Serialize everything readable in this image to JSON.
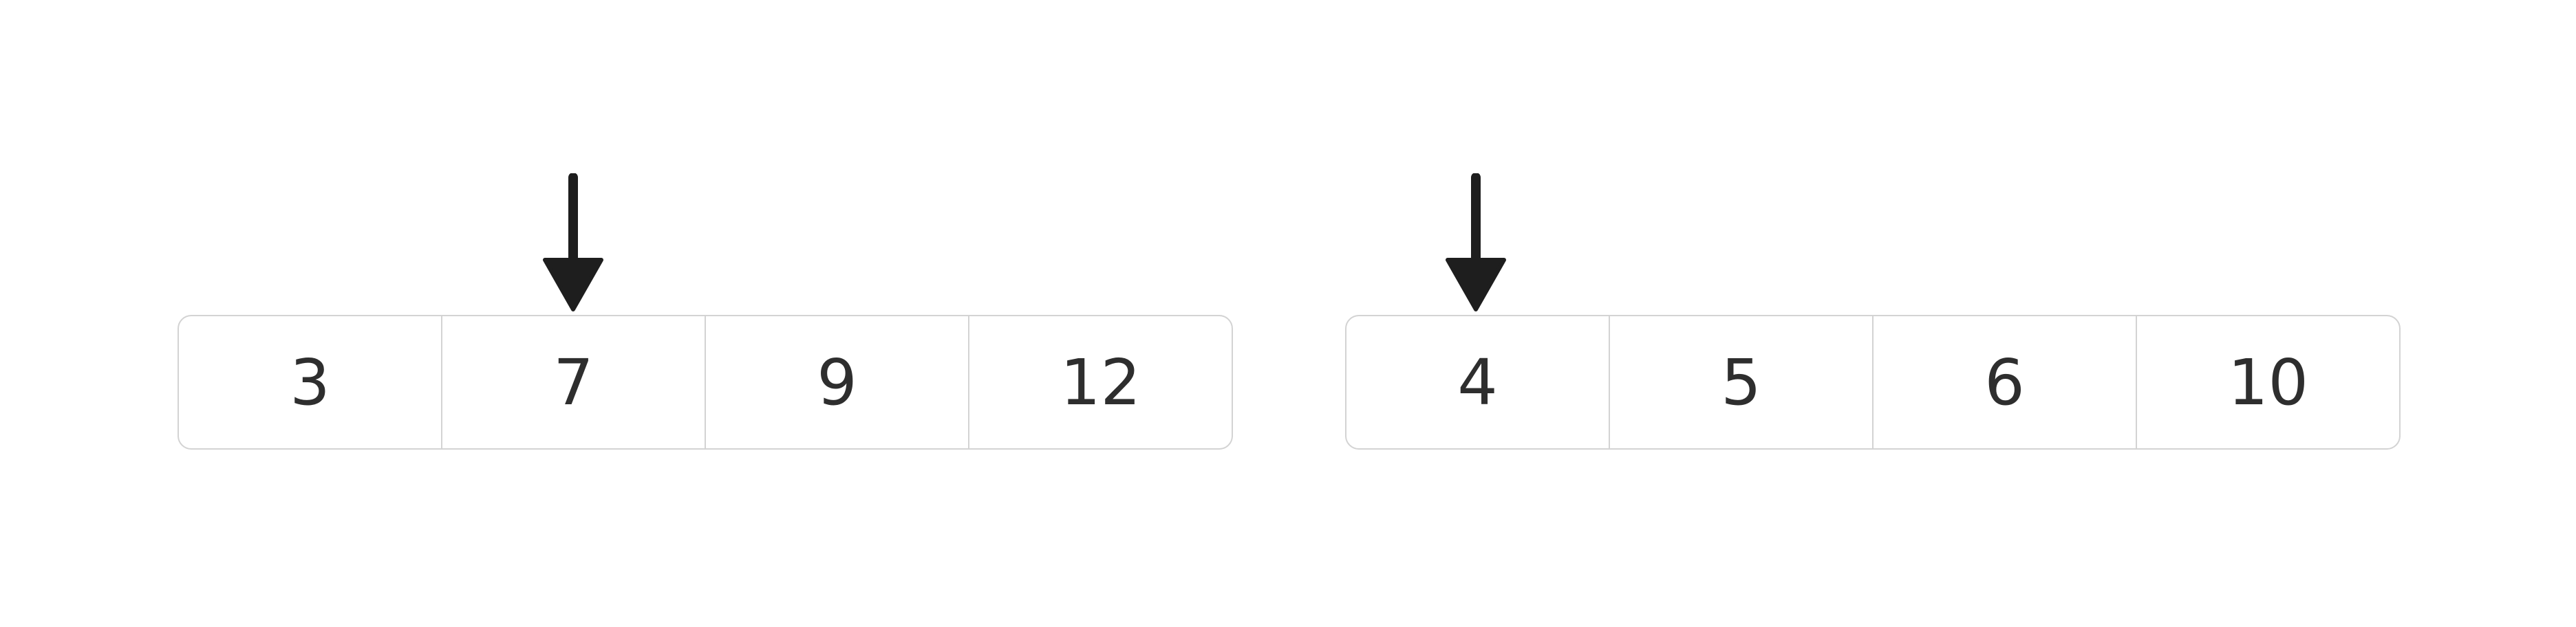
{
  "arrays": [
    {
      "cells": [
        "3",
        "7",
        "9",
        "12"
      ],
      "pointer_index": 1
    },
    {
      "cells": [
        "4",
        "5",
        "6",
        "10"
      ],
      "pointer_index": 0
    }
  ],
  "colors": {
    "cell_border": "#d3d3d3",
    "text": "#2e2e2e",
    "arrow": "#1e1e1e"
  },
  "icons": {
    "pointer": "down-arrow-icon"
  }
}
